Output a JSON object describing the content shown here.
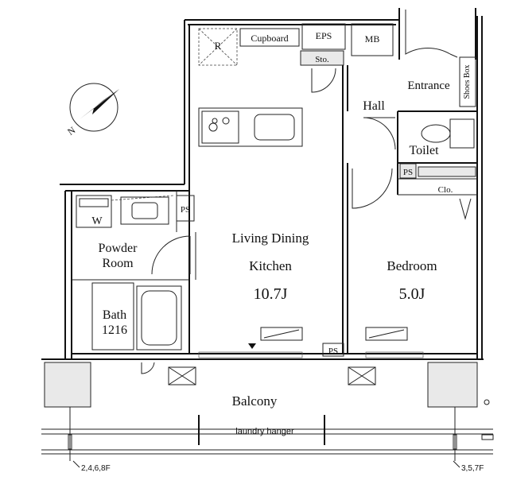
{
  "rooms": {
    "living_line1": "Living Dining",
    "living_line2": "Kitchen",
    "living_area": "10.7J",
    "bedroom": "Bedroom",
    "bedroom_area": "5.0J",
    "powder_line1": "Powder",
    "powder_line2": "Room",
    "bath_line1": "Bath",
    "bath_line2": "1216",
    "balcony": "Balcony",
    "hall": "Hall",
    "entrance": "Entrance",
    "toilet": "Toilet"
  },
  "fixtures": {
    "cupboard": "Cupboard",
    "eps": "EPS",
    "mb": "MB",
    "storage": "Sto.",
    "shoes_box": "Shoes Box",
    "closet": "Clo.",
    "ps_powder": "PS",
    "ps_toilet": "PS",
    "ps_balcony": "PS",
    "washer": "W",
    "refrigerator": "R",
    "laundry_hanger": "laundry hanger"
  },
  "floors": {
    "left_note": "2,4,6,8F",
    "right_note": "3,5,7F"
  },
  "compass": {
    "north_label": "N"
  }
}
